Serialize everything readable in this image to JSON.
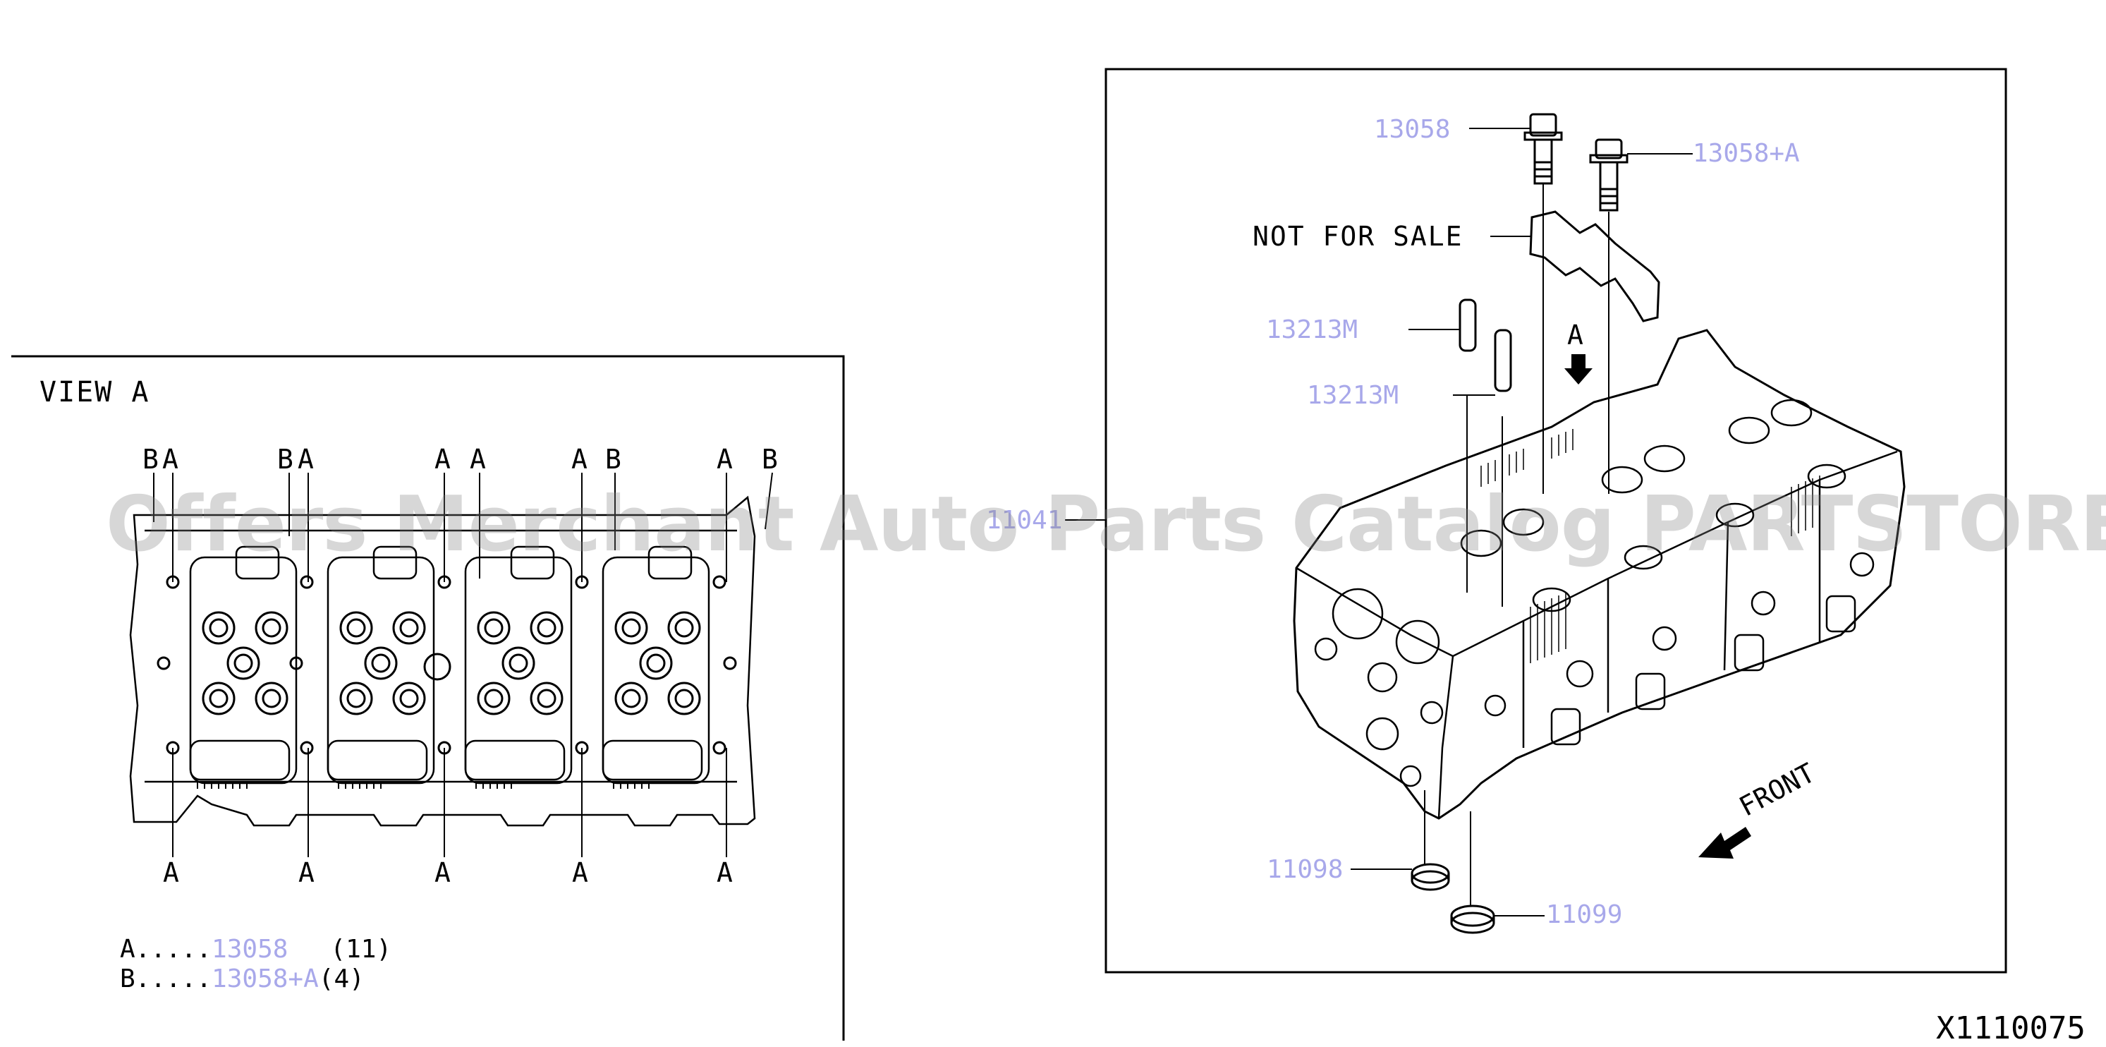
{
  "view_title": "VIEW A",
  "top_letters": [
    "B",
    "A",
    "B",
    "A",
    "A",
    "A",
    "A",
    "B",
    "A",
    "B"
  ],
  "bottom_letters": [
    "A",
    "A",
    "A",
    "A",
    "A"
  ],
  "legend": [
    {
      "key": "A.....",
      "part": "13058",
      "qty": "(11)"
    },
    {
      "key": "B.....",
      "part": "13058+A",
      "qty": "(4)"
    }
  ],
  "callouts": {
    "bolt_a": "13058",
    "bolt_b": "13058+A",
    "not_for_sale": "NOT FOR SALE",
    "dowel_1": "13213M",
    "dowel_2": "13213M",
    "head": "11041",
    "seal_1": "11098",
    "seal_2": "11099",
    "view_arrow": "A",
    "front": "FRONT"
  },
  "diagram_id": "X1110075",
  "watermark": "Offers Merchant Auto Parts Catalog PARTSTORE.SA",
  "colors": {
    "part_number": "#a8a8ea",
    "line": "#000000",
    "watermark": "#8c8c8c"
  }
}
